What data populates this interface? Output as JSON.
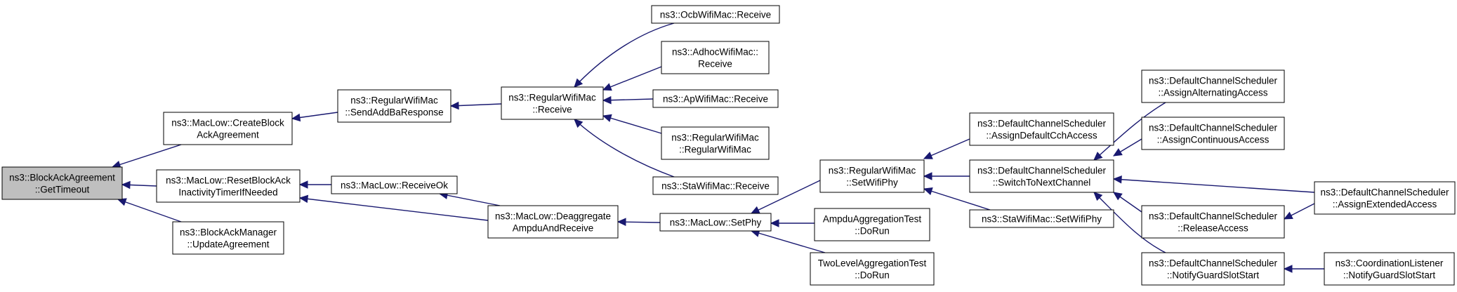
{
  "graph": {
    "edge_color": "#191970",
    "root_fill": "#bfbfbf",
    "node_fill": "#ffffff",
    "nodes": [
      {
        "id": "n0",
        "lines": [
          "ns3::BlockAckAgreement",
          "::GetTimeout"
        ],
        "root": true
      },
      {
        "id": "n1",
        "lines": [
          "ns3::MacLow::CreateBlock",
          "AckAgreement"
        ]
      },
      {
        "id": "n2",
        "lines": [
          "ns3::MacLow::ResetBlockAck",
          "InactivityTimerIfNeeded"
        ]
      },
      {
        "id": "n3",
        "lines": [
          "ns3::BlockAckManager",
          "::UpdateAgreement"
        ]
      },
      {
        "id": "n4",
        "lines": [
          "ns3::RegularWifiMac",
          "::SendAddBaResponse"
        ]
      },
      {
        "id": "n5",
        "lines": [
          "ns3::MacLow::ReceiveOk"
        ]
      },
      {
        "id": "n6",
        "lines": [
          "ns3::MacLow::Deaggregate",
          "AmpduAndReceive"
        ]
      },
      {
        "id": "n7",
        "lines": [
          "ns3::RegularWifiMac",
          "::Receive"
        ]
      },
      {
        "id": "n8",
        "lines": [
          "ns3::OcbWifiMac::Receive"
        ]
      },
      {
        "id": "n9",
        "lines": [
          "ns3::AdhocWifiMac::",
          "Receive"
        ]
      },
      {
        "id": "n10",
        "lines": [
          "ns3::ApWifiMac::Receive"
        ]
      },
      {
        "id": "n11",
        "lines": [
          "ns3::RegularWifiMac",
          "::RegularWifiMac"
        ]
      },
      {
        "id": "n12",
        "lines": [
          "ns3::StaWifiMac::Receive"
        ]
      },
      {
        "id": "n13",
        "lines": [
          "ns3::MacLow::SetPhy"
        ]
      },
      {
        "id": "n14",
        "lines": [
          "ns3::RegularWifiMac",
          "::SetWifiPhy"
        ]
      },
      {
        "id": "n15",
        "lines": [
          "AmpduAggregationTest",
          "::DoRun"
        ]
      },
      {
        "id": "n16",
        "lines": [
          "TwoLevelAggregationTest",
          "::DoRun"
        ]
      },
      {
        "id": "n17",
        "lines": [
          "ns3::DefaultChannelScheduler",
          "::AssignDefaultCchAccess"
        ]
      },
      {
        "id": "n18",
        "lines": [
          "ns3::DefaultChannelScheduler",
          "::SwitchToNextChannel"
        ]
      },
      {
        "id": "n19",
        "lines": [
          "ns3::StaWifiMac::SetWifiPhy"
        ]
      },
      {
        "id": "n20",
        "lines": [
          "ns3::DefaultChannelScheduler",
          "::AssignAlternatingAccess"
        ]
      },
      {
        "id": "n21",
        "lines": [
          "ns3::DefaultChannelScheduler",
          "::AssignContinuousAccess"
        ]
      },
      {
        "id": "n22",
        "lines": [
          "ns3::DefaultChannelScheduler",
          "::ReleaseAccess"
        ]
      },
      {
        "id": "n23",
        "lines": [
          "ns3::DefaultChannelScheduler",
          "::NotifyGuardSlotStart"
        ]
      },
      {
        "id": "n24",
        "lines": [
          "ns3::DefaultChannelScheduler",
          "::AssignExtendedAccess"
        ]
      },
      {
        "id": "n25",
        "lines": [
          "ns3::CoordinationListener",
          "::NotifyGuardSlotStart"
        ]
      }
    ],
    "edges": [
      {
        "from": "n1",
        "to": "n0"
      },
      {
        "from": "n2",
        "to": "n0"
      },
      {
        "from": "n3",
        "to": "n0"
      },
      {
        "from": "n4",
        "to": "n1"
      },
      {
        "from": "n5",
        "to": "n2"
      },
      {
        "from": "n6",
        "to": "n2"
      },
      {
        "from": "n7",
        "to": "n4"
      },
      {
        "from": "n6",
        "to": "n5"
      },
      {
        "from": "n13",
        "to": "n6"
      },
      {
        "from": "n8",
        "to": "n7"
      },
      {
        "from": "n9",
        "to": "n7"
      },
      {
        "from": "n10",
        "to": "n7"
      },
      {
        "from": "n11",
        "to": "n7"
      },
      {
        "from": "n12",
        "to": "n7"
      },
      {
        "from": "n14",
        "to": "n13"
      },
      {
        "from": "n15",
        "to": "n13"
      },
      {
        "from": "n16",
        "to": "n13"
      },
      {
        "from": "n17",
        "to": "n14"
      },
      {
        "from": "n18",
        "to": "n14"
      },
      {
        "from": "n19",
        "to": "n14"
      },
      {
        "from": "n20",
        "to": "n18"
      },
      {
        "from": "n21",
        "to": "n18"
      },
      {
        "from": "n22",
        "to": "n18"
      },
      {
        "from": "n23",
        "to": "n18"
      },
      {
        "from": "n24",
        "to": "n18"
      },
      {
        "from": "n24",
        "to": "n22"
      },
      {
        "from": "n25",
        "to": "n23"
      }
    ]
  }
}
